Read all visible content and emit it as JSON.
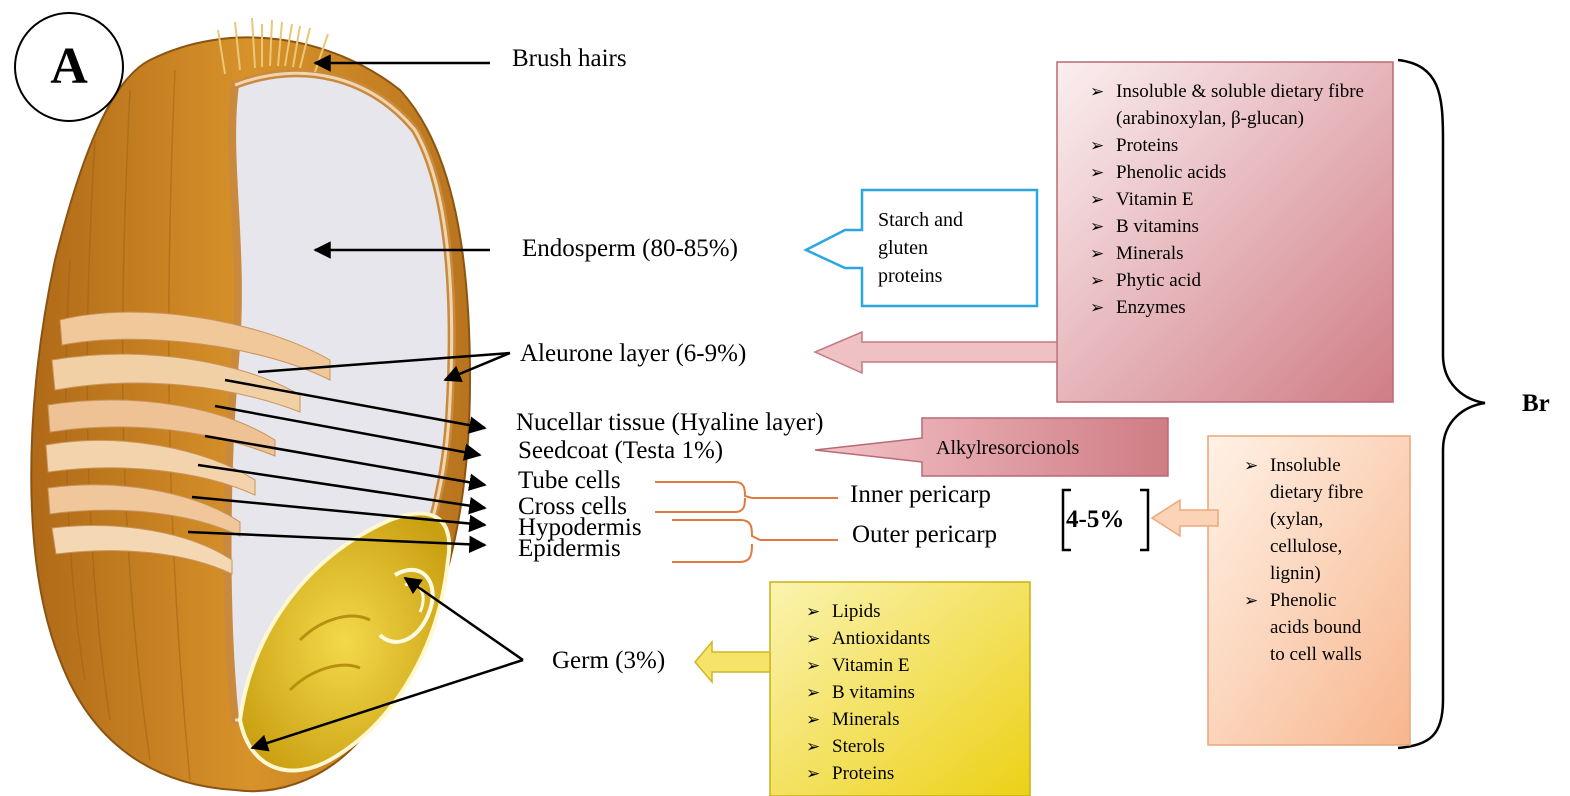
{
  "badge": "A",
  "labels": {
    "brush_hairs": "Brush hairs",
    "endosperm": "Endosperm (80-85%)",
    "aleurone": "Aleurone layer (6-9%)",
    "nucellar": "Nucellar tissue (Hyaline layer)",
    "seedcoat": "Seedcoat (Testa  1%)",
    "tube_cells": "Tube cells",
    "cross_cells": "Cross cells",
    "hypodermis": "Hypodermis",
    "epidermis": "Epidermis",
    "inner_pericarp": "Inner pericarp",
    "outer_pericarp": "Outer pericarp",
    "pericarp_pct": "4-5%",
    "germ": "Germ (3%)",
    "bran_partial": "Br"
  },
  "starch_box": {
    "lines": [
      "Starch and",
      "gluten",
      "proteins"
    ]
  },
  "alkyl_box": {
    "text": "Alkylresorcionols"
  },
  "aleurone_box": {
    "items": [
      "Insoluble & soluble dietary fibre (arabinoxylan, β-glucan)",
      "Proteins",
      "Phenolic acids",
      "Vitamin E",
      "B vitamins",
      "Minerals",
      "Phytic acid",
      "Enzymes"
    ]
  },
  "pericarp_box": {
    "items": [
      "Insoluble dietary fibre (xylan, cellulose, lignin)",
      "Phenolic acids bound to cell walls"
    ]
  },
  "germ_box": {
    "items": [
      "Lipids",
      "Antioxidants",
      "Vitamin E",
      "B vitamins",
      "Minerals",
      "Sterols",
      "Proteins"
    ]
  },
  "colors": {
    "grain_outer": "#c8821e",
    "grain_dark": "#a8661a",
    "endosperm": "#e4e4ea",
    "germ": "#e0c020",
    "aleurone_box": "#d48a92",
    "alkyl_box": "#d98d94",
    "pericarp_box": "#fbd0b0",
    "germ_box": "#f2dc3a",
    "starch_border": "#2aa7e0",
    "pericarp_bracket": "#e0703a"
  }
}
